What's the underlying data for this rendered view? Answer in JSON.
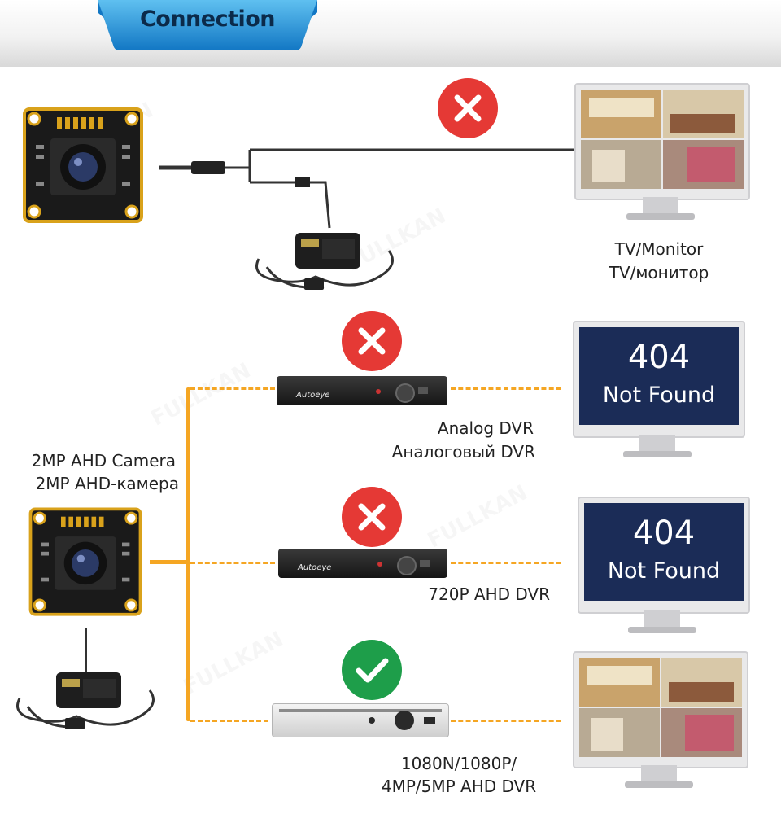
{
  "header": {
    "title": "Connection"
  },
  "watermark": "FULLKAN",
  "rows": [
    {
      "status": "bad",
      "device": "TV/Monitor",
      "device_ru": "TV/монитор"
    },
    {
      "status": "bad",
      "device": "Analog DVR",
      "device_ru": "Аналоговый DVR",
      "screen_code": "404",
      "screen_text": "Not Found",
      "dvr_brand": "Autoeye"
    },
    {
      "status": "bad",
      "device": "720P AHD DVR",
      "screen_code": "404",
      "screen_text": "Not Found",
      "dvr_brand": "Autoeye"
    },
    {
      "status": "good",
      "device_line1": "1080N/1080P/",
      "device_line2": "4MP/5MP AHD DVR"
    }
  ],
  "camera": {
    "label": "2MP AHD Camera",
    "label_ru": "2MP AHD-камера"
  },
  "colors": {
    "bad": "#e53935",
    "good": "#1e9e4a",
    "wire": "#f5a623",
    "screen": "#1b2c57",
    "title": "#0b2a4a"
  },
  "icons": [
    "cross-icon",
    "check-icon",
    "camera-board-icon",
    "power-adapter-icon",
    "monitor-icon",
    "dvr-icon"
  ]
}
